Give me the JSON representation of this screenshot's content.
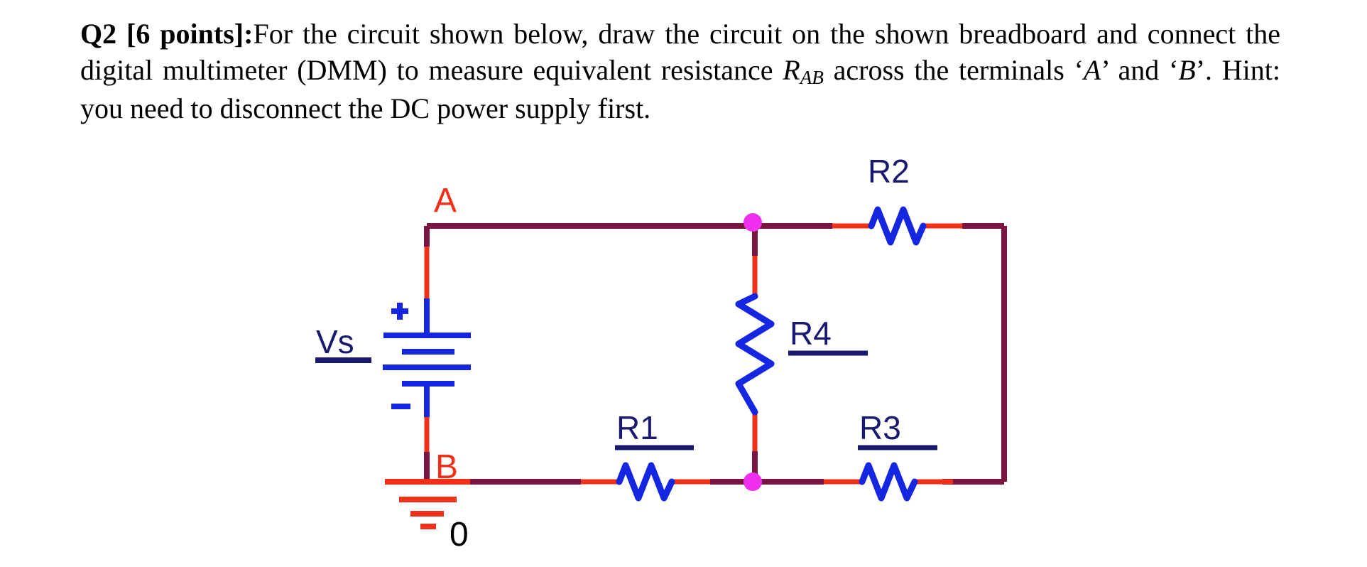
{
  "question": {
    "label": "Q2 [6 points]:",
    "body_part1": "For the circuit shown below, draw the circuit on the shown breadboard and connect the digital multimeter (DMM) to measure equivalent resistance ",
    "symbol_R": "R",
    "symbol_sub": "AB",
    "body_part2": " across the terminals ‘",
    "term_a": "A",
    "body_part3": "’ and ‘",
    "term_b": "B",
    "body_part4": "’. Hint: you need to disconnect the DC power supply first."
  },
  "circuit": {
    "title_alt": "Resistive network with DC source Vs and resistors R1 R2 R3 R4",
    "labels": {
      "source": "Vs",
      "plus": "+",
      "minus": "-",
      "node_a": "A",
      "node_b": "B",
      "ground": "0",
      "r1": "R1",
      "r2": "R2",
      "r3": "R3",
      "r4": "R4"
    },
    "colors": {
      "wire": "#7a1440",
      "lead": "#f03018",
      "component": "#1526e0",
      "junction": "#ee30ee",
      "label_blue": "#191970",
      "label_red": "#f03018",
      "label_black": "#000000"
    },
    "components": [
      {
        "name": "Vs",
        "type": "dc-voltage-source",
        "orientation": "vertical"
      },
      {
        "name": "R1",
        "type": "resistor",
        "orientation": "horizontal"
      },
      {
        "name": "R2",
        "type": "resistor",
        "orientation": "horizontal"
      },
      {
        "name": "R3",
        "type": "resistor",
        "orientation": "horizontal"
      },
      {
        "name": "R4",
        "type": "resistor",
        "orientation": "vertical"
      },
      {
        "name": "0",
        "type": "ground",
        "orientation": "vertical"
      }
    ]
  }
}
